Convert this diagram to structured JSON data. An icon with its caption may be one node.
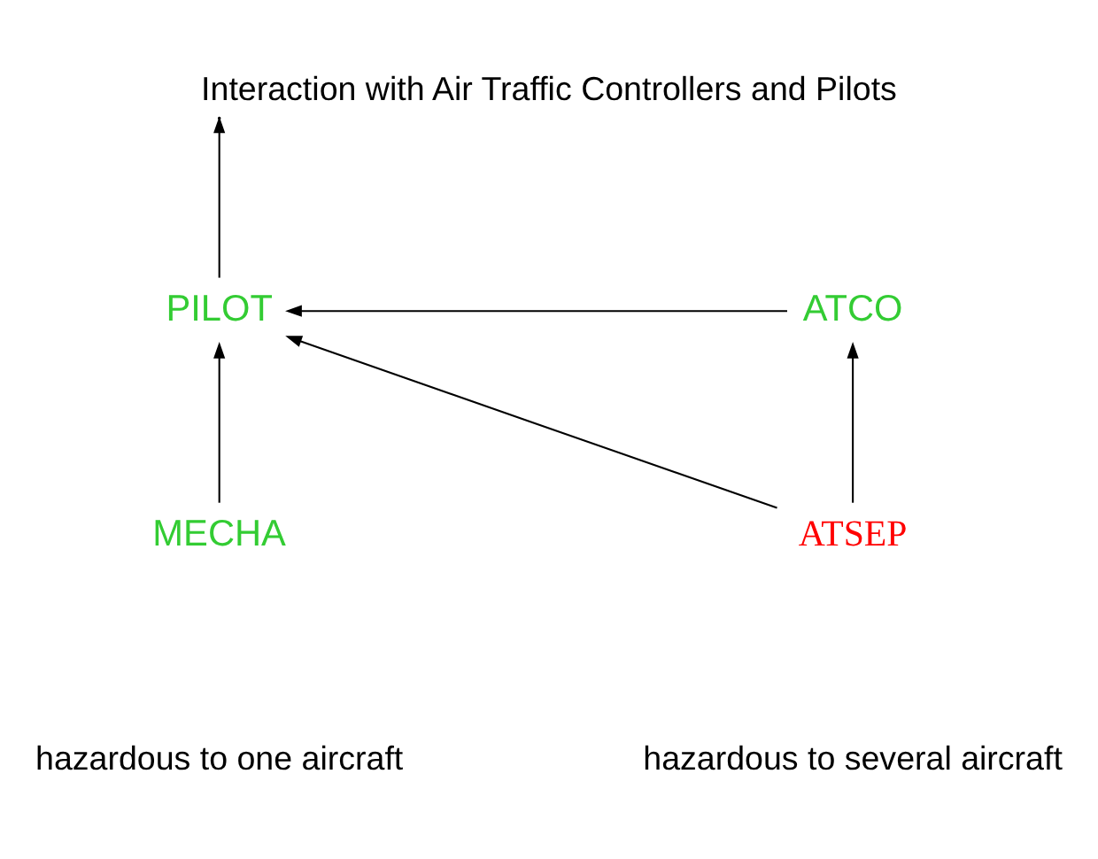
{
  "diagram": {
    "title": "Interaction with Air Traffic Controllers and Pilots",
    "nodes": [
      {
        "text": [
          "PILOT"
        ]
      },
      {
        "text": [
          "ATCO"
        ]
      },
      {
        "text": [
          "MECHA"
        ]
      },
      {
        "text": [
          "ATSEP"
        ]
      }
    ],
    "edges": [
      {
        "from": 0,
        "to": null,
        "arrow": "to"
      },
      {
        "from": 1,
        "to": 0,
        "arrow": "to"
      },
      {
        "from": 2,
        "to": 0,
        "arrow": "to"
      },
      {
        "from": 3,
        "to": 0,
        "arrow": "to"
      },
      {
        "from": 3,
        "to": 1,
        "arrow": "to"
      }
    ],
    "labels": [
      "hazardous to one aircraft",
      "hazardous to several aircraft"
    ]
  }
}
